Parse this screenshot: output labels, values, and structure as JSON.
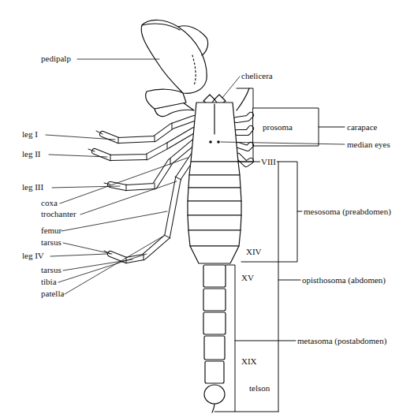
{
  "diagram": {
    "labels": [
      "pedipalp",
      "chelicera",
      "leg I",
      "leg II",
      "leg III",
      "coxa",
      "trochanter",
      "femur",
      "tarsus",
      "leg IV",
      "tarsus",
      "tibia",
      "patella",
      "prosoma",
      "carapace",
      "median eyes",
      "VIII",
      "mesosoma (preabdomen)",
      "XIV",
      "XV",
      "opisthosoma (abdomen)",
      "metasoma (postabdomen)",
      "XIX",
      "telson"
    ]
  }
}
